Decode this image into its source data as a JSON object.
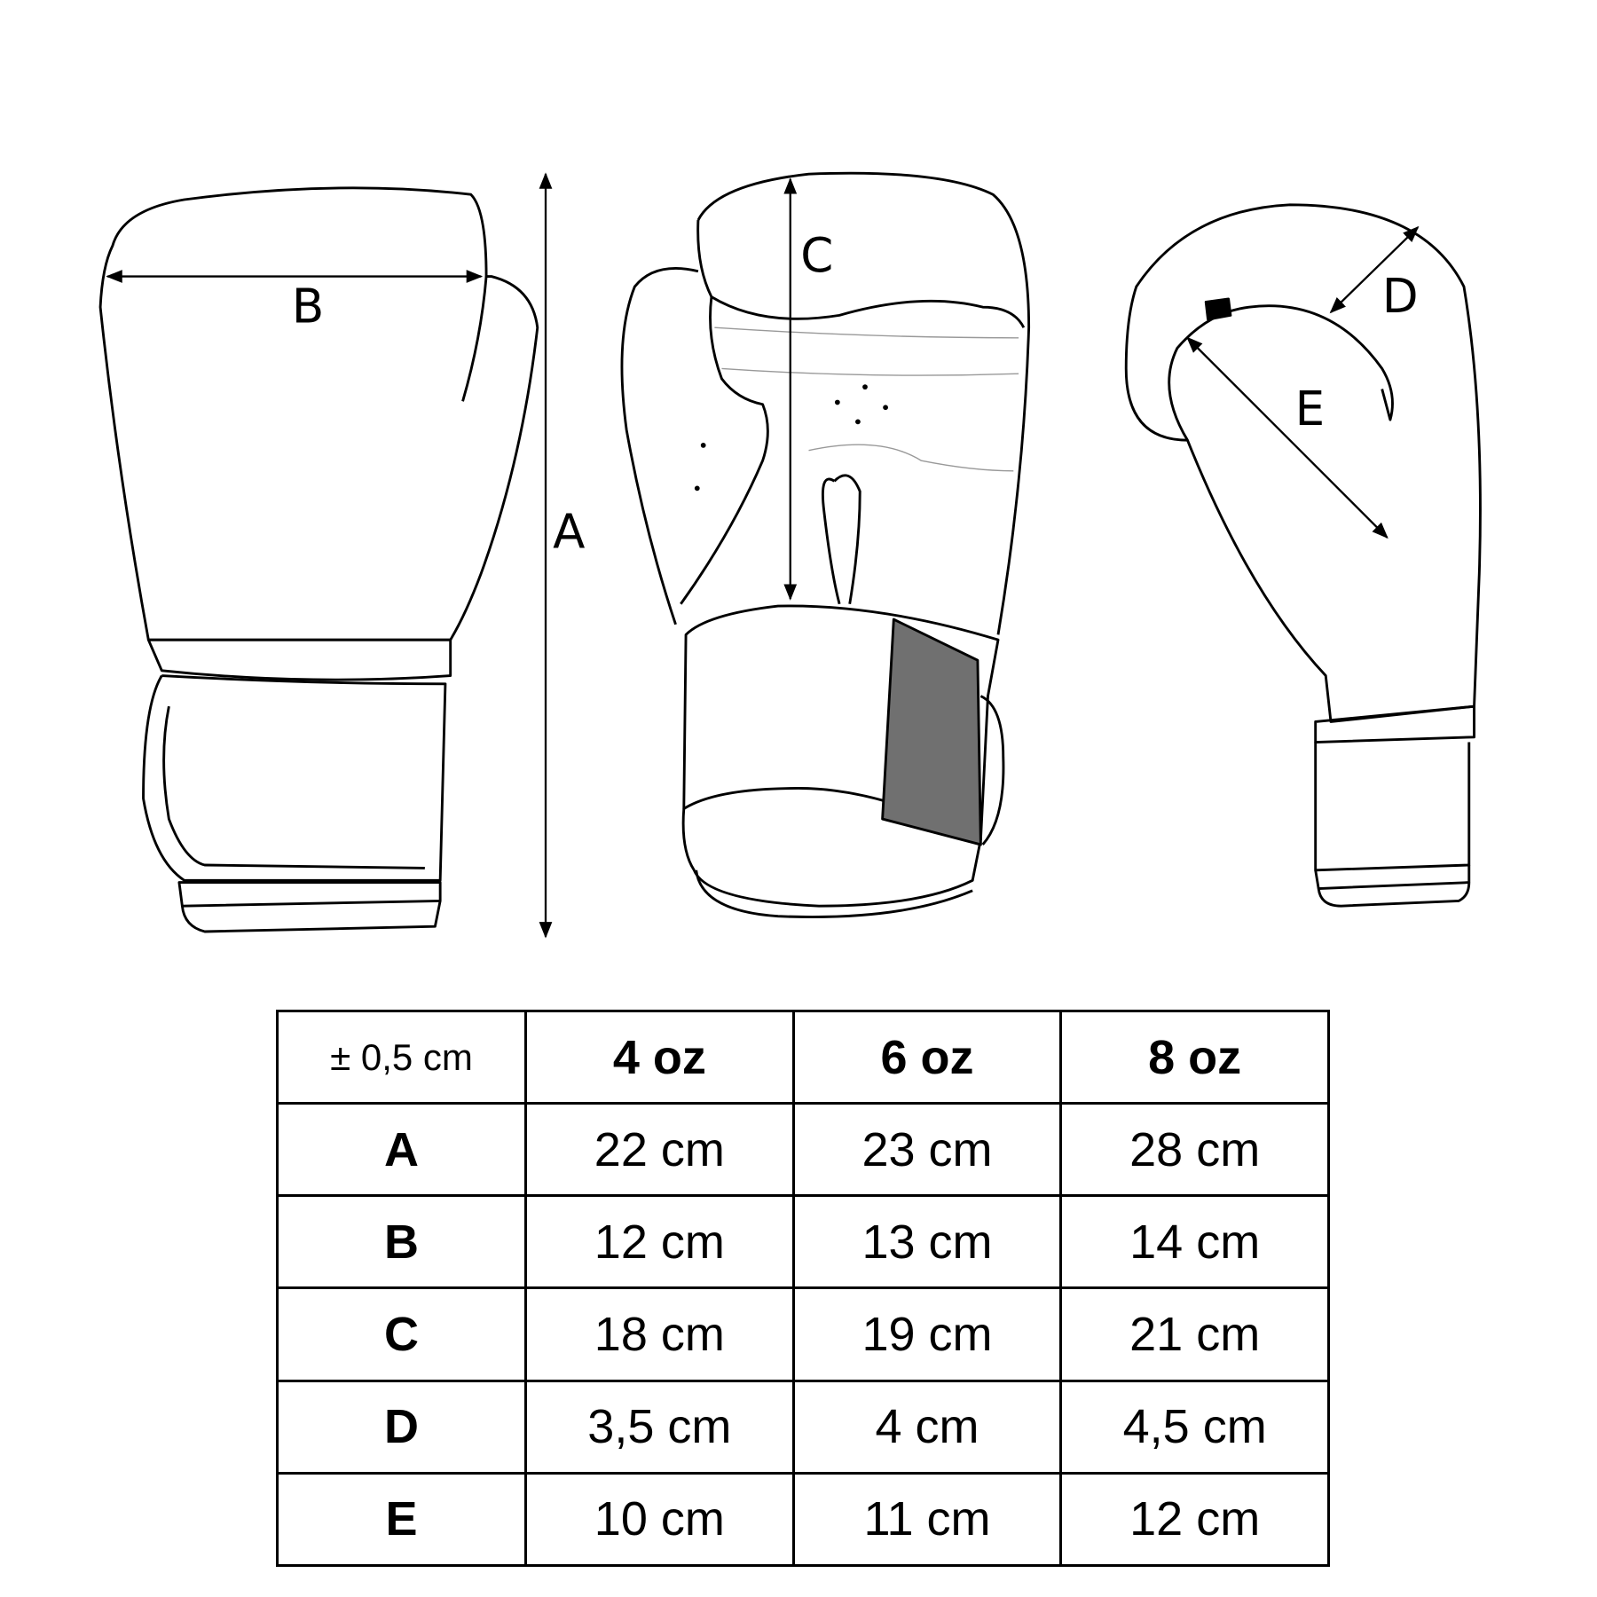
{
  "diagram": {
    "labels": {
      "a": "A",
      "b": "B",
      "c": "C",
      "d": "D",
      "e": "E"
    },
    "strap_color": "#707070"
  },
  "size_table": {
    "tolerance": "± 0,5 cm",
    "columns": [
      "4 oz",
      "6 oz",
      "8 oz"
    ],
    "rows": [
      {
        "label": "A",
        "values": [
          "22 cm",
          "23 cm",
          "28 cm"
        ]
      },
      {
        "label": "B",
        "values": [
          "12 cm",
          "13 cm",
          "14 cm"
        ]
      },
      {
        "label": "C",
        "values": [
          "18 cm",
          "19 cm",
          "21 cm"
        ]
      },
      {
        "label": "D",
        "values": [
          "3,5 cm",
          "4 cm",
          "4,5 cm"
        ]
      },
      {
        "label": "E",
        "values": [
          "10 cm",
          "11 cm",
          "12 cm"
        ]
      }
    ]
  }
}
